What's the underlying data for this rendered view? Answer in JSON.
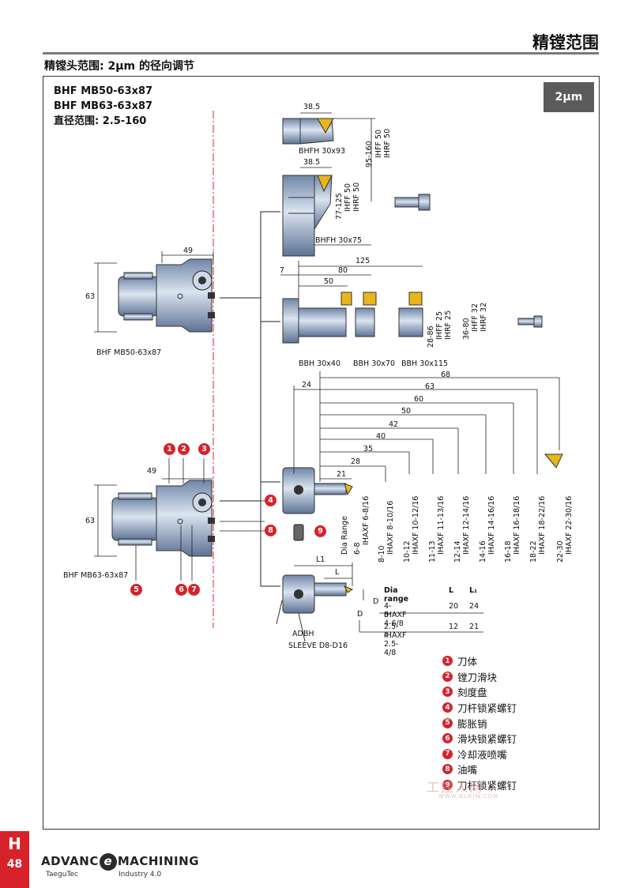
{
  "header": {
    "page_title": "精镗范围",
    "section_title": "精镗头范围: 2μm 的径向调节",
    "badge": "2μm"
  },
  "models": {
    "line1": "BHF MB50-63x87",
    "line2": "BHF MB63-63x87",
    "line3": "直径范围: 2.5-160"
  },
  "diagram": {
    "bhfh93": {
      "name": "BHFH 30x93",
      "dim": "38.5",
      "range": "95-160",
      "insert1": "IHFF 50",
      "insert2": "IHRF 50"
    },
    "bhfh75": {
      "name": "BHFH 30x75",
      "dim": "38.5",
      "range": "77-125",
      "insert1": "IHFF 50",
      "insert2": "IHRF 50"
    },
    "head_top": {
      "name": "BHF MB50-63x87",
      "dim_width": "49",
      "dim_height": "63"
    },
    "head_bottom": {
      "name": "BHF MB63-63x87",
      "dim_width": "49",
      "dim_height": "63"
    },
    "bbh": {
      "dim_7": "7",
      "dim_50": "50",
      "dim_80": "80",
      "dim_125": "125",
      "names": [
        "BBH 30x40",
        "BBH 30x70",
        "BBH 30x115"
      ],
      "range1": "28-86",
      "range1_i1": "IHFF 25",
      "range1_i2": "IHRF 25",
      "range2": "36-80",
      "range2_i1": "IHFF 32",
      "range2_i2": "IHRF 32"
    },
    "ihaxf": {
      "dims": [
        "68",
        "63",
        "60",
        "50",
        "42",
        "40",
        "35",
        "28",
        "21"
      ],
      "dim_24": "24",
      "dia_range_label": "Dia Range",
      "items": [
        {
          "range": "6-8",
          "code": "IHAXF 6-8/16"
        },
        {
          "range": "8-10",
          "code": "IHAXF 8-10/16"
        },
        {
          "range": "10-12",
          "code": "IHAXF 10-12/16"
        },
        {
          "range": "11-13",
          "code": "IHAXF 11-13/16"
        },
        {
          "range": "12-14",
          "code": "IHAXF 12-14/16"
        },
        {
          "range": "14-16",
          "code": "IHAXF 14-16/16"
        },
        {
          "range": "16-18",
          "code": "IHAXF 16-18/16"
        },
        {
          "range": "18-22",
          "code": "IHAXF 18-22/16"
        },
        {
          "range": "22-30",
          "code": "IHAXF 22-30/16"
        }
      ]
    },
    "adbh": {
      "name": "ADBH",
      "sleeve": "SLEEVE D8-D16",
      "dim_L1": "L1",
      "dim_L": "L",
      "dim_D": "D",
      "table_header": {
        "dia": "Dia range",
        "l": "L",
        "l1": "L₁"
      },
      "rows": [
        {
          "range": "4-6",
          "code": "IHAXF 4-6/8",
          "l": "20",
          "l1": "24"
        },
        {
          "range": "2.5-4",
          "code": "IHAXF 2.5-4/8",
          "l": "12",
          "l1": "21"
        }
      ]
    },
    "callouts": [
      "1",
      "2",
      "3",
      "4",
      "5",
      "6",
      "7",
      "8",
      "9"
    ]
  },
  "legend": [
    {
      "num": "1",
      "label": "刀体"
    },
    {
      "num": "2",
      "label": "镗刀滑块"
    },
    {
      "num": "3",
      "label": "刻度盘"
    },
    {
      "num": "4",
      "label": "刀杆锁紧螺钉"
    },
    {
      "num": "5",
      "label": "膨胀销"
    },
    {
      "num": "6",
      "label": "滑块锁紧螺钉"
    },
    {
      "num": "7",
      "label": "冷却液喷嘴"
    },
    {
      "num": "8",
      "label": "油嘴"
    },
    {
      "num": "9",
      "label": "刀杆锁紧螺钉"
    }
  ],
  "watermark": {
    "main": "工控人网",
    "sub": "WWW.GLRJW.COM"
  },
  "side_tab": {
    "letter": "H",
    "page": "48"
  },
  "footer": {
    "logo_left": "ADVANC",
    "logo_e": "e",
    "logo_right": "MACHINING",
    "sub_left": "TaeguTec",
    "sub_right": "Industry 4.0"
  }
}
